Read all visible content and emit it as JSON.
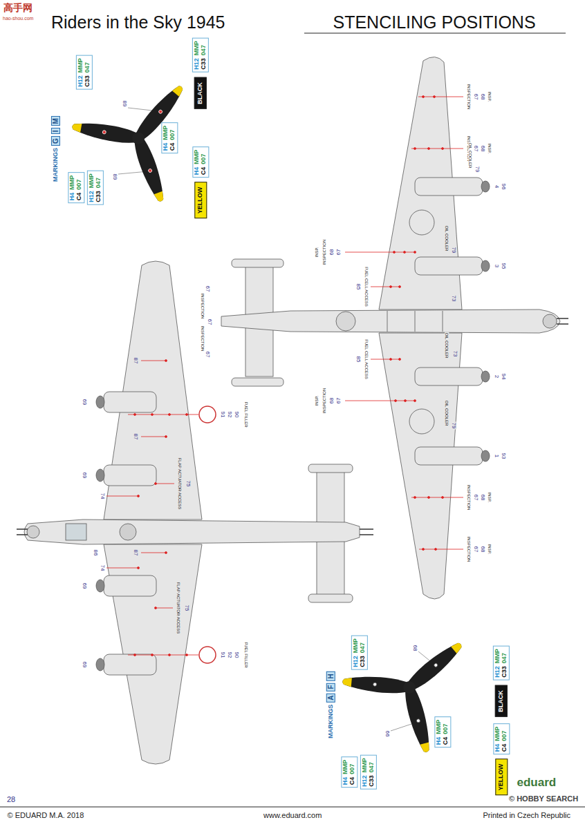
{
  "diagram": {
    "title": "Riders in the Sky 1945",
    "nodes": [
      {
        "text": [
          "MARKINGS",
          "G",
          "I",
          "M"
        ]
      },
      {
        "text": [
          "H12",
          "MMP",
          "C33",
          "047"
        ]
      },
      {
        "text": [
          "H4",
          "MMP",
          "C4",
          "007"
        ]
      },
      {
        "text": [
          "H12",
          "MMP",
          "C33",
          "047"
        ]
      },
      {
        "text": [
          "H4",
          "MMP",
          "C4",
          "007"
        ]
      },
      {
        "text": [
          "H12",
          "MMP",
          "C33",
          "047"
        ]
      },
      {
        "text": [
          "BLACK"
        ]
      },
      {
        "text": [
          "H4",
          "MMP",
          "C4",
          "007"
        ]
      },
      {
        "text": [
          "YELLOW"
        ]
      },
      {
        "text": [
          "MARKINGS",
          "A",
          "F",
          "H"
        ]
      },
      {
        "text": [
          "H12",
          "MMP",
          "C33",
          "047"
        ]
      },
      {
        "text": [
          "H4",
          "MMP",
          "C4",
          "007"
        ]
      },
      {
        "text": [
          "H4",
          "MMP",
          "C4",
          "007"
        ]
      },
      {
        "text": [
          "H12",
          "MMP",
          "C33",
          "047"
        ]
      },
      {
        "text": [
          "H12",
          "MMP",
          "C33",
          "047"
        ]
      },
      {
        "text": [
          "BLACK"
        ]
      },
      {
        "text": [
          "H4",
          "MMP",
          "C4",
          "007"
        ]
      },
      {
        "text": [
          "YELLOW"
        ]
      }
    ],
    "labels": [
      "STENCILING POSITIONS",
      "28",
      "© EDUARD M.A. 2018",
      "www.eduard.com",
      "Printed in Czech Republic",
      "eduard",
      "© HOBBY SEARCH",
      "高手网",
      "hao-shou.com",
      "89",
      "89",
      "68",
      "66",
      "INSPECTION",
      "67",
      "68",
      "INSP.",
      "INSPECTION",
      "67",
      "68",
      "INSP.",
      "INSPECTION",
      "67",
      "68",
      "INSP.",
      "INSPECTION",
      "67",
      "68",
      "INSP.",
      "INSP.",
      "INSPECTION",
      "68",
      "67",
      "INSP.",
      "INSPECTION",
      "68",
      "67",
      "OIL COOLER",
      "79",
      "OIL COOLER",
      "79",
      "OIL COOLER",
      "73",
      "OIL COOLER",
      "79",
      "73",
      "4",
      "96",
      "3",
      "95",
      "2",
      "94",
      "1",
      "93",
      "FUEL CELL ACCESS",
      "85",
      "FUEL CELL ACCESS",
      "85",
      "67",
      "INSPECTION",
      "67",
      "INSPECTION",
      "67",
      "69",
      "69",
      "69",
      "69",
      "87",
      "87",
      "87",
      "74",
      "86",
      "74",
      "FLAP ACTUATOR ACCESS",
      "75",
      "FLAP ACTUATOR ACCESS",
      "75",
      "91",
      "92",
      "90",
      "FUEL FILLER",
      "91",
      "92",
      "90",
      "FUEL FILLER"
    ]
  }
}
